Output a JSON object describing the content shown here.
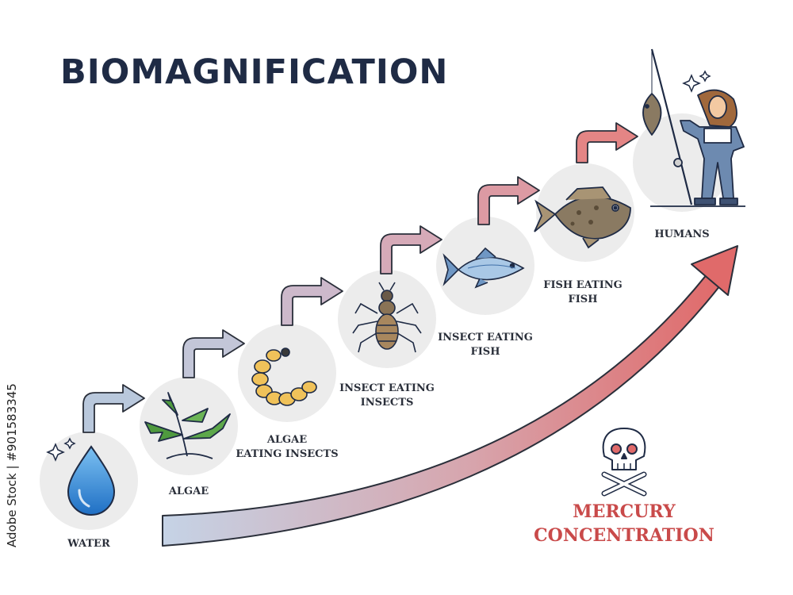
{
  "title": "BIOMAGNIFICATION",
  "stages": [
    {
      "id": "water",
      "lines": [
        "WATER"
      ]
    },
    {
      "id": "algae",
      "lines": [
        "ALGAE"
      ]
    },
    {
      "id": "algae-eating-insects",
      "lines": [
        "ALGAE",
        "EATING INSECTS"
      ]
    },
    {
      "id": "insect-eating-insects",
      "lines": [
        "INSECT EATING",
        "INSECTS"
      ]
    },
    {
      "id": "insect-eating-fish",
      "lines": [
        "INSECT EATING",
        "FISH"
      ]
    },
    {
      "id": "fish-eating-fish",
      "lines": [
        "FISH EATING",
        "FISH"
      ]
    },
    {
      "id": "humans",
      "lines": [
        "HUMANS"
      ]
    }
  ],
  "concentration": {
    "lines": [
      "MERCURY",
      "CONCENTRATION"
    ]
  },
  "stock_id": "Adobe Stock | #901583345",
  "colors": {
    "title": "#1f2b45",
    "circle": "#ececec",
    "arrow_start": "#b9c8dc",
    "arrow_end": "#e07272",
    "mercury": "#c94a4a",
    "water": "#2e86d6",
    "algae": "#4f9a3e"
  }
}
